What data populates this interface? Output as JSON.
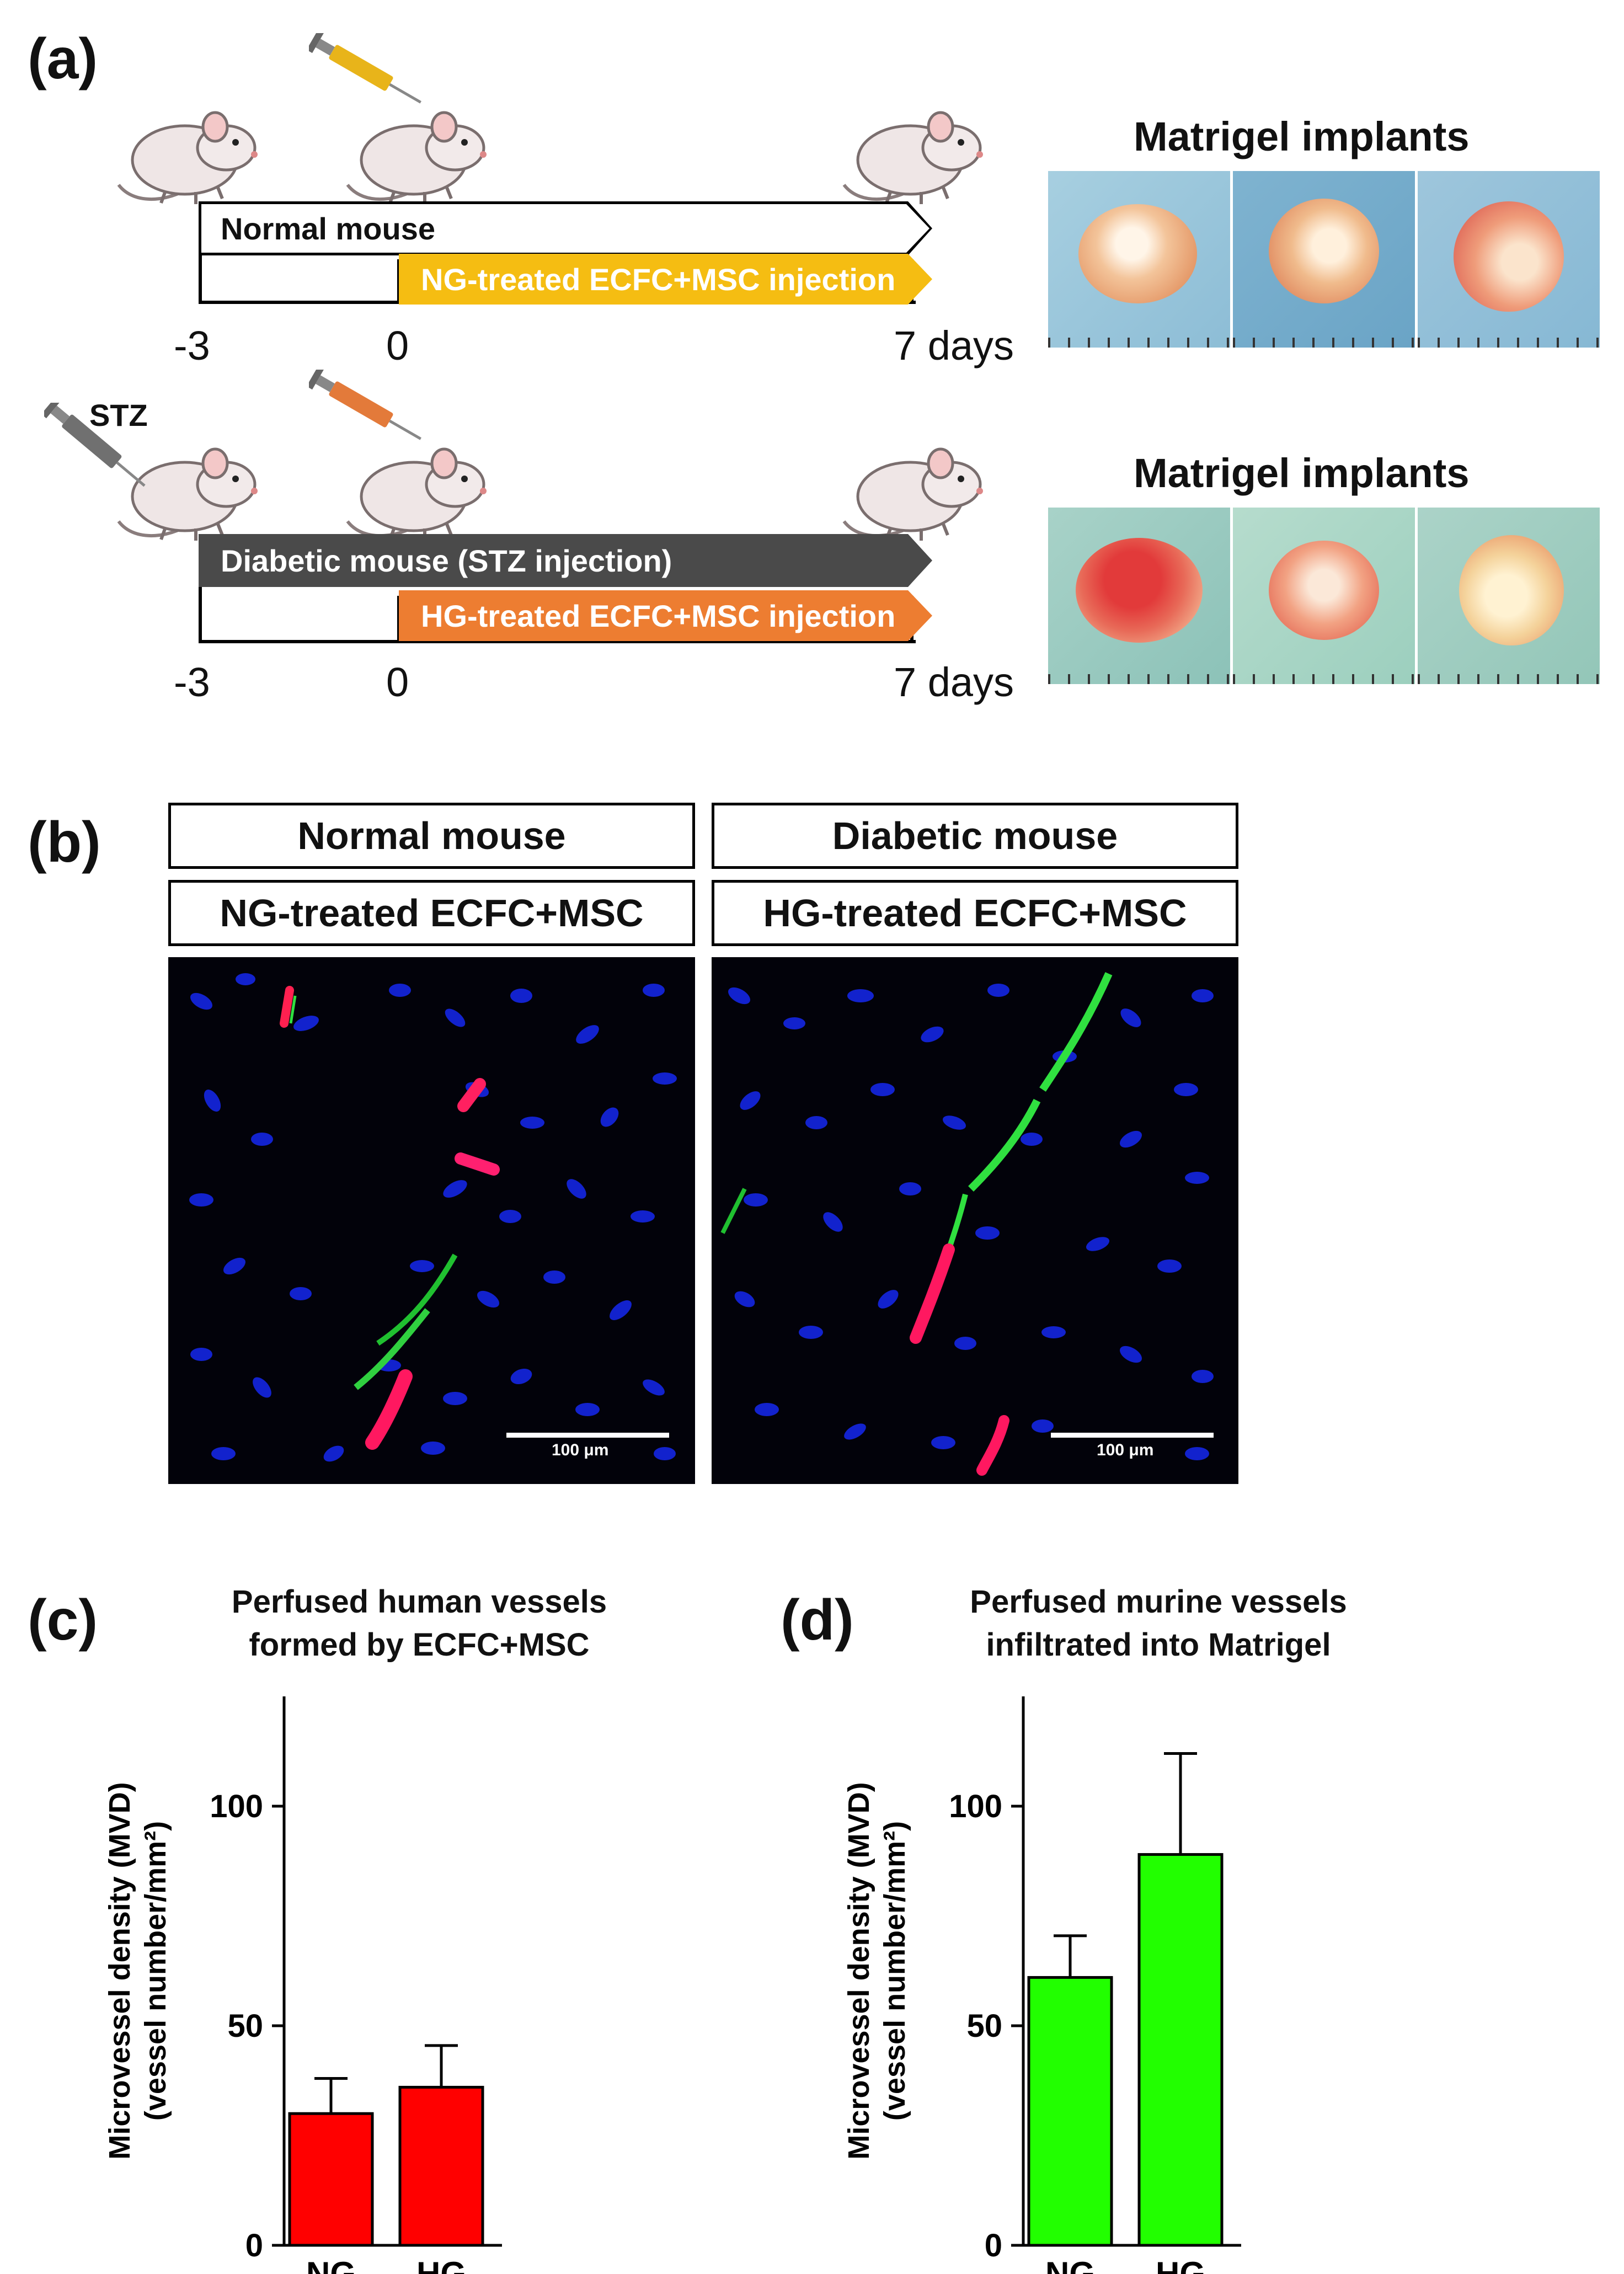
{
  "panel_labels": {
    "a": "(a)",
    "b": "(b)",
    "c": "(c)",
    "d": "(d)"
  },
  "panel_a": {
    "row1": {
      "arrow_top": "Normal mouse",
      "arrow_bottom": "NG-treated ECFC+MSC injection",
      "ticks": [
        "-3",
        "0",
        "7 days"
      ],
      "implants_title": "Matrigel implants"
    },
    "row2": {
      "stz_label": "STZ",
      "arrow_top": "Diabetic mouse (STZ injection)",
      "arrow_bottom": "HG-treated ECFC+MSC injection",
      "ticks": [
        "-3",
        "0",
        "7 days"
      ],
      "implants_title": "Matrigel implants"
    },
    "colors": {
      "ng_arrow": "#f5bd12",
      "hg_arrow": "#ed7d31",
      "diabetic_arrow": "#4a4a4a",
      "syringe_ng": "#e8b41a",
      "syringe_hg": "#e37a3a",
      "syringe_stz": "#707070"
    }
  },
  "panel_b": {
    "left": {
      "header1": "Normal mouse",
      "header2": "NG-treated ECFC+MSC",
      "scale": "100 μm"
    },
    "right": {
      "header1": "Diabetic mouse",
      "header2": "HG-treated ECFC+MSC",
      "scale": "100 μm"
    }
  },
  "chart_data": [
    {
      "type": "bar",
      "title": "Perfused human vessels formed by ECFC+MSC",
      "title_lines": [
        "Perfused human vessels",
        "formed by ECFC+MSC"
      ],
      "ylabel_line1": "Microvessel density (MVD)",
      "ylabel_line2": "(vessel number/mm²)",
      "categories": [
        "NG",
        "HG"
      ],
      "values": [
        30,
        36
      ],
      "errors": [
        8,
        9.5
      ],
      "ylim": [
        0,
        125
      ],
      "yticks": [
        0,
        50,
        100
      ],
      "bar_color": "#ff0000"
    },
    {
      "type": "bar",
      "title": "Perfused murine vessels infiltrated into Matrigel",
      "title_lines": [
        "Perfused murine vessels",
        "infiltrated into Matrigel"
      ],
      "ylabel_line1": "Microvessel density (MVD)",
      "ylabel_line2": "(vessel number/mm²)",
      "categories": [
        "NG",
        "HG"
      ],
      "values": [
        61,
        89
      ],
      "errors": [
        9.5,
        23
      ],
      "ylim": [
        0,
        125
      ],
      "yticks": [
        0,
        50,
        100
      ],
      "bar_color": "#22ff00"
    }
  ]
}
